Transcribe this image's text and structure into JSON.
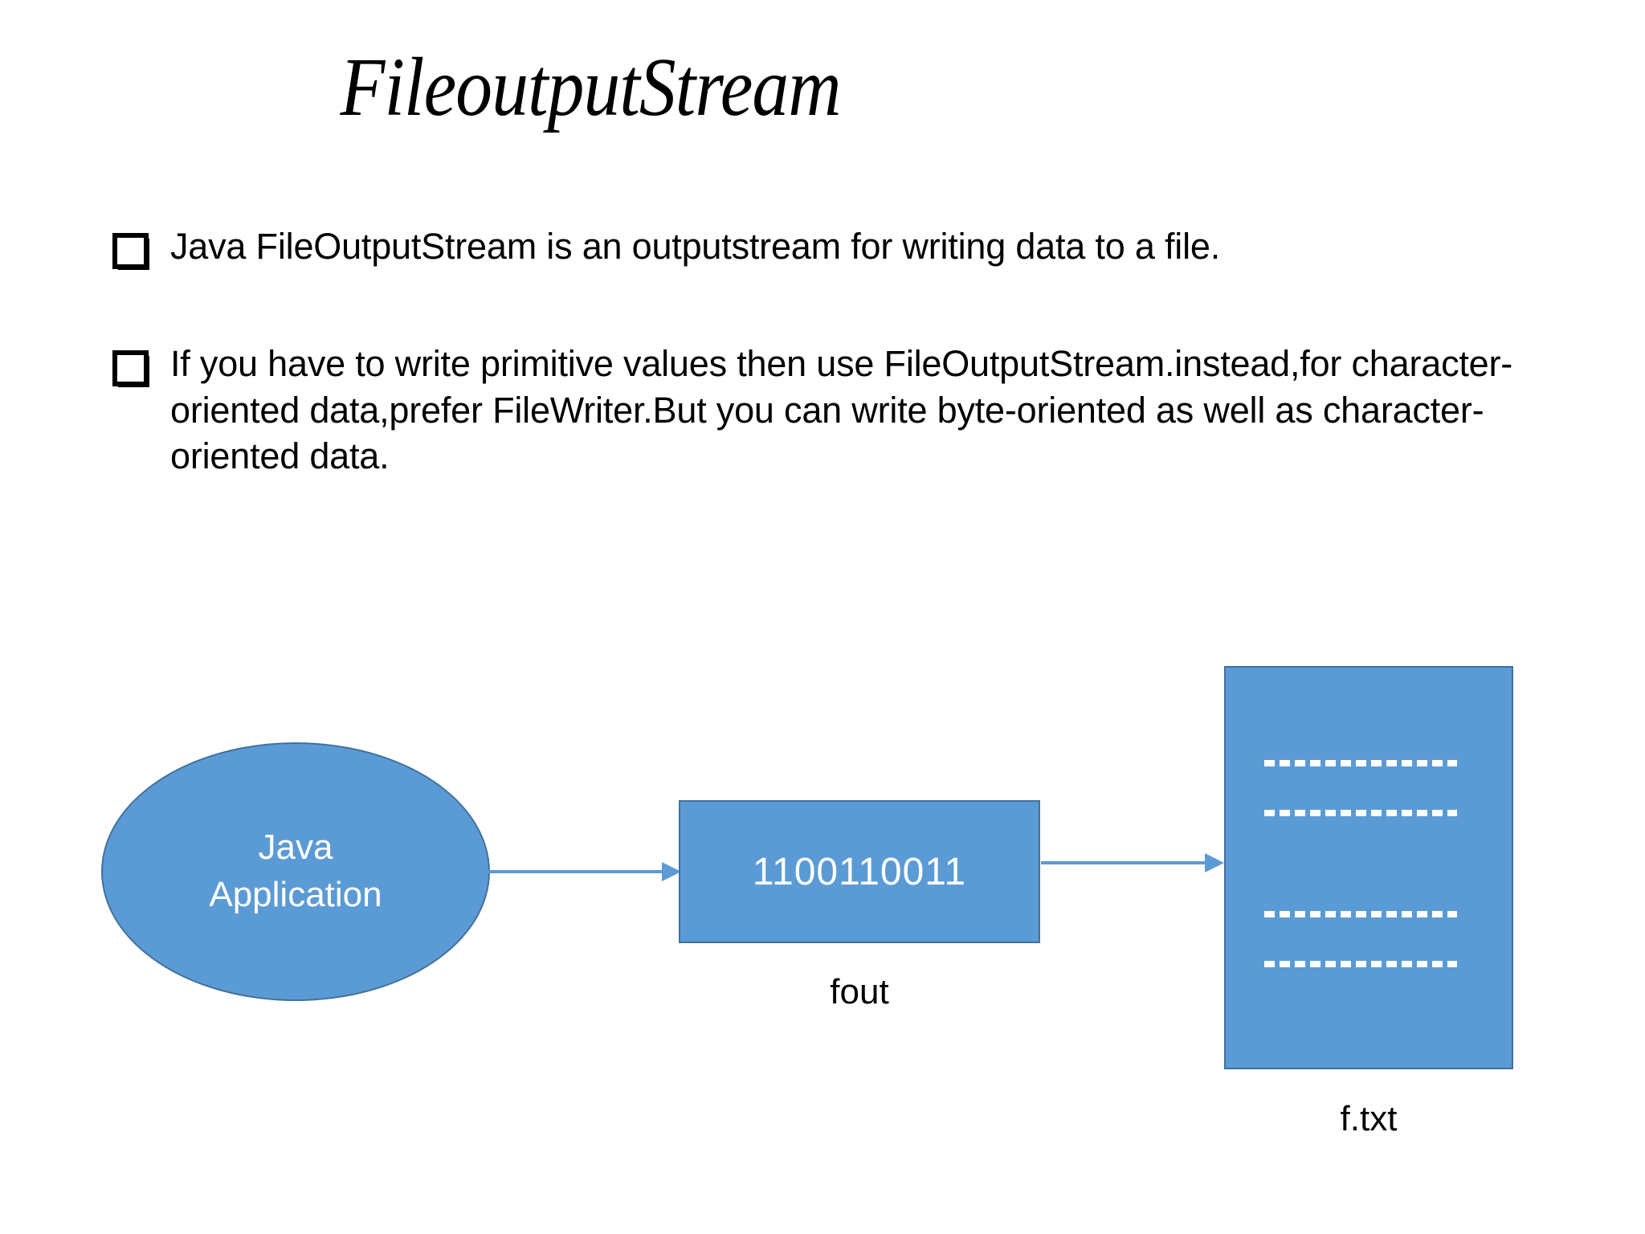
{
  "slide": {
    "title": "FileoutputStream",
    "bullets": [
      {
        "marker": "hollow-square-bullet",
        "text": "Java FileOutputStream is an outputstream  for writing data to a file."
      },
      {
        "marker": "hollow-square-bullet",
        "text": "If you have to write primitive values then use FileOutputStream.instead,for character-oriented data,prefer FileWriter.But you can write byte-oriented as well as character-oriented data."
      }
    ]
  },
  "diagram": {
    "application_node": {
      "line1": "Java",
      "line2": "Application"
    },
    "stream_node": {
      "value": "1100110011",
      "caption": "fout"
    },
    "file_node": {
      "caption": "f.txt",
      "lines": [
        "-------------",
        "-------------",
        "-------------",
        "-------------"
      ]
    },
    "arrows": [
      {
        "name": "app-to-stream"
      },
      {
        "name": "stream-to-file"
      }
    ]
  },
  "colors": {
    "shape_fill": "#5B9BD5",
    "shape_border": "#41719C",
    "arrow": "#5B9BD5",
    "shape_text": "#FFFFFF",
    "body_text": "#000000",
    "background": "#FFFFFF"
  }
}
